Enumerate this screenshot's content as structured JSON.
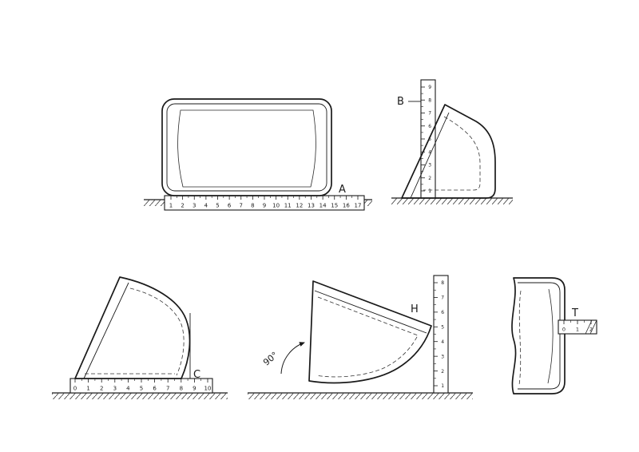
{
  "figures": {
    "a": {
      "label": "A",
      "ruler": {
        "labels": [
          "1",
          "2",
          "3",
          "4",
          "5",
          "6",
          "7",
          "8",
          "9",
          "10",
          "11",
          "12",
          "13",
          "14",
          "15",
          "16",
          "17"
        ]
      }
    },
    "b": {
      "label": "B",
      "ruler": {
        "labels": [
          "1",
          "2",
          "3",
          "4",
          "5",
          "6",
          "7",
          "8",
          "9"
        ]
      }
    },
    "c": {
      "label": "C",
      "ruler": {
        "labels": [
          "0",
          "1",
          "2",
          "3",
          "4",
          "5",
          "6",
          "7",
          "8",
          "9",
          "10"
        ]
      }
    },
    "h": {
      "label": "H",
      "angle_label": "90°",
      "ruler": {
        "labels": [
          "1",
          "2",
          "3",
          "4",
          "5",
          "6",
          "7",
          "8"
        ]
      }
    },
    "t": {
      "label": "T",
      "ruler": {
        "labels": [
          "0",
          "1",
          "2"
        ]
      }
    }
  },
  "colors": {
    "line": "#1a1a1a",
    "background": "#ffffff"
  }
}
